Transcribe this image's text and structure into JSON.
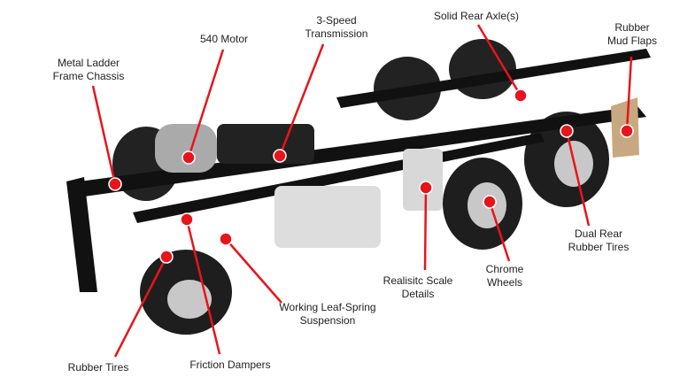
{
  "labels": {
    "chassis": [
      "Metal Ladder",
      "Frame Chassis"
    ],
    "motor": [
      "540 Motor"
    ],
    "transmission": [
      "3-Speed",
      "Transmission"
    ],
    "rear_axle": [
      "Solid Rear Axle(s)"
    ],
    "mud_flaps": [
      "Rubber",
      "Mud Flaps"
    ],
    "dual_rear_tires": [
      "Dual Rear",
      "Rubber Tires"
    ],
    "chrome_wheels": [
      "Chrome",
      "Wheels"
    ],
    "scale_details": [
      "Realisitc Scale",
      "Details"
    ],
    "suspension": [
      "Working Leaf-Spring",
      "Suspension"
    ],
    "dampers": [
      "Friction Dampers"
    ],
    "rubber_tires": [
      "Rubber Tires"
    ]
  },
  "colors": {
    "callout": "#e8141b",
    "frame": "#111111",
    "tire": "#1e1e1e",
    "chrome": "#c8c8c8"
  }
}
